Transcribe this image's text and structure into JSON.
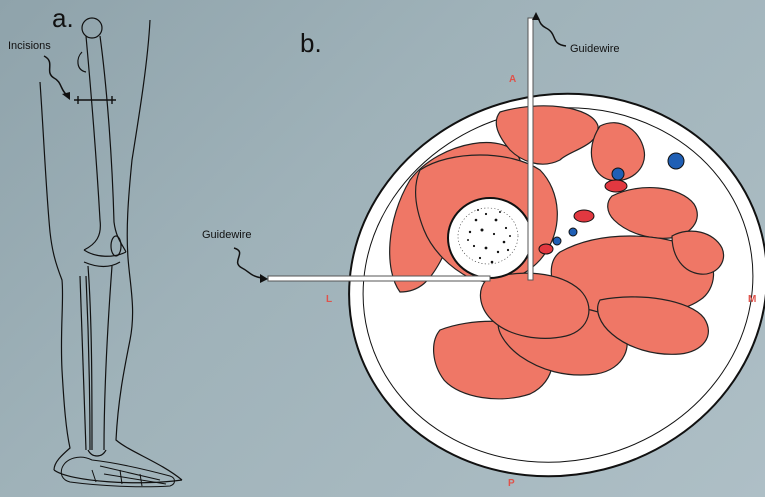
{
  "panels": {
    "a": {
      "letter": "a.",
      "callout": "Incisions"
    },
    "b": {
      "letter": "b.",
      "guidewire_top": "Guidewire",
      "guidewire_left": "Guidewire"
    }
  },
  "orientation": {
    "anterior": "A",
    "posterior": "P",
    "lateral": "L",
    "medial": "M"
  },
  "colors": {
    "muscle": "#ef7766",
    "muscle_outline": "#222222",
    "fat": "#ffffff",
    "artery": "#e23840",
    "vein": "#1f5fb5",
    "label_red": "#e0524a",
    "background": "#9fb2b9"
  }
}
